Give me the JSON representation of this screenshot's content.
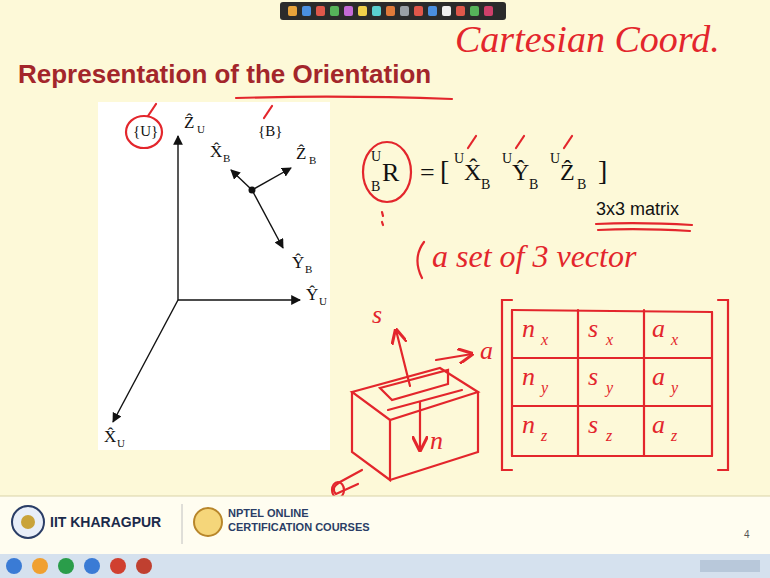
{
  "diagram": {
    "title": "Representation of the Orientation",
    "labels": [
      "Cartesian Coord.",
      "{U}",
      "{B}",
      "Ẑ",
      "U",
      "X̂",
      "B",
      "Ẑ",
      "B",
      "Ŷ",
      "U",
      "Ŷ",
      "B",
      "X̂",
      "U",
      "U",
      "B",
      "R",
      "=",
      "[",
      "U",
      "X̂",
      "B",
      "U",
      "Ŷ",
      "B",
      "U",
      "Ẑ",
      "B",
      "]",
      "3x3 matrix",
      "a set of 3 vector",
      "s",
      "a",
      "n",
      "n",
      "x",
      "s",
      "x",
      "a",
      "x",
      "n",
      "y",
      "s",
      "y",
      "a",
      "y",
      "n",
      "z",
      "s",
      "z",
      "a",
      "z",
      "IIT KHARAGPUR",
      "NPTEL ONLINE",
      "CERTIFICATION COURSES",
      "4"
    ]
  }
}
